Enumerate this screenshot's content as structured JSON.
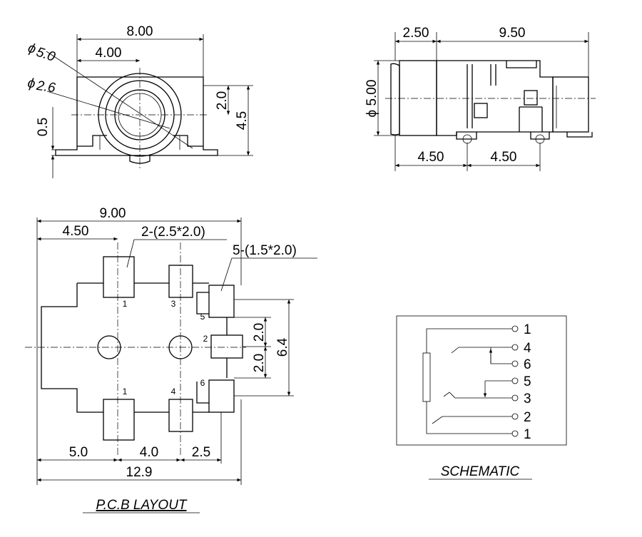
{
  "front_view": {
    "width": "8.00",
    "center_offset": "4.00",
    "outer_dia": "5.0",
    "inner_dia": "2.6",
    "dia_symbol": "ϕ",
    "left_height": "0.5",
    "center_height": "2.0",
    "total_height": "4.5"
  },
  "side_view": {
    "front_len": "2.50",
    "body_len": "9.50",
    "dia_label": "ϕ 5.00",
    "pin_spacing_left": "4.50",
    "pin_spacing_right": "4.50"
  },
  "pcb_layout": {
    "width_top": "9.00",
    "offset_top": "4.50",
    "large_pad_note": "2-(2.5*2.0)",
    "small_pad_note": "5-(1.5*2.0)",
    "pad_gap_upper": "2.0",
    "pad_gap_lower": "2.0",
    "pad_span": "6.4",
    "bottom_seg1": "5.0",
    "bottom_seg2": "4.0",
    "bottom_seg3": "2.5",
    "total_width": "12.9",
    "pins": {
      "top_left": "1",
      "top_mid": "3",
      "right_top": "5",
      "right_mid": "2",
      "right_bottom": "6",
      "bottom_left": "1",
      "bottom_mid": "4"
    },
    "caption": "P.C.B LAYOUT"
  },
  "schematic": {
    "pins": [
      "1",
      "4",
      "6",
      "5",
      "3",
      "2",
      "1"
    ],
    "caption": "SCHEMATIC"
  }
}
